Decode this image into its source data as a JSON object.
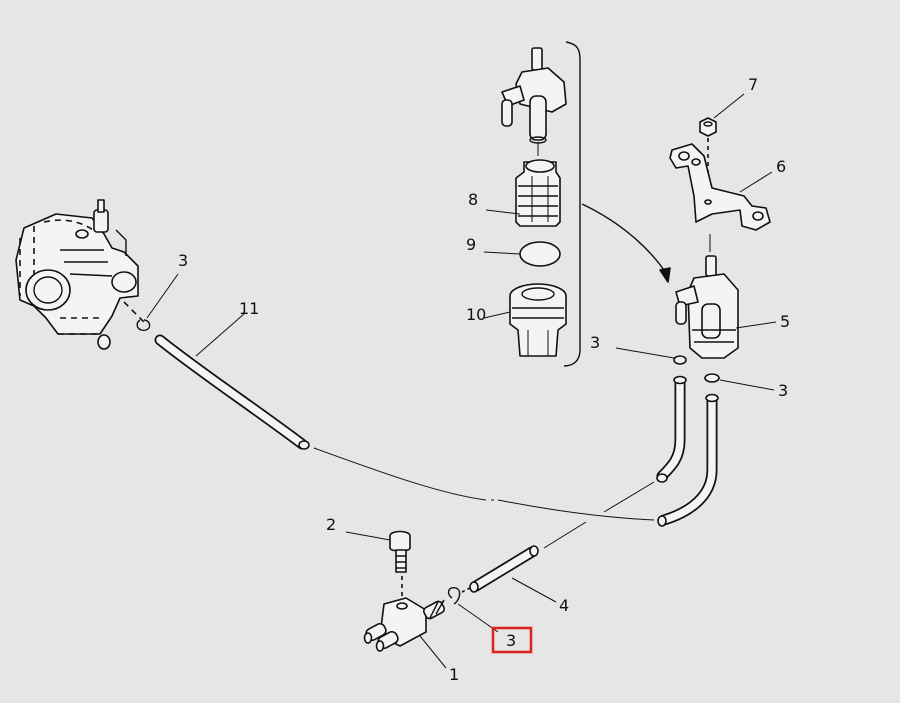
{
  "callouts": {
    "c1": "1",
    "c2": "2",
    "c3_carb": "3",
    "c3_cock": "3",
    "c3_right": "3",
    "c3_highlight": "3",
    "c4": "4",
    "c5": "5",
    "c6": "6",
    "c7": "7",
    "c8": "8",
    "c9": "9",
    "c10": "10",
    "c11": "11"
  },
  "highlight": {
    "target": "3",
    "color": "#e02020"
  }
}
